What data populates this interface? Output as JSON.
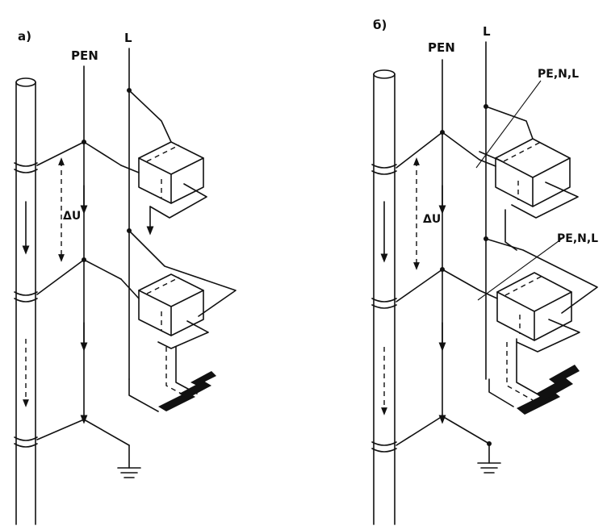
{
  "panels": [
    {
      "id": "a",
      "tag": "a)",
      "pen_label": "PEN",
      "l_label": "L",
      "du_label": "ΔU"
    },
    {
      "id": "b",
      "tag": "б)",
      "pen_label": "PEN",
      "l_label": "L",
      "du_label": "ΔU",
      "callout_top": "PE,N,L",
      "callout_bottom": "PE,N,L"
    }
  ]
}
